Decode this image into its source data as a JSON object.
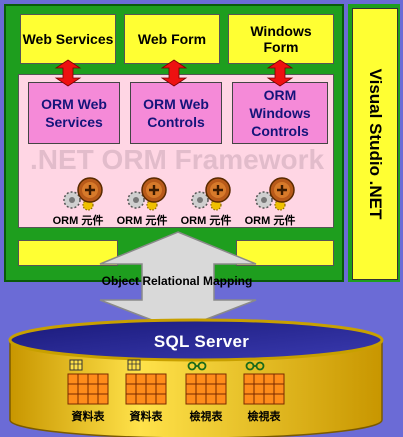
{
  "framework": {
    "top_boxes": [
      "Web Services",
      "Web Form",
      "Windows\nForm"
    ],
    "controls": [
      "ORM Web\nServices",
      "ORM Web\nControls",
      "ORM\nWindows\nControls"
    ],
    "watermark": ".NET ORM Framework",
    "component_label": "ORM 元件"
  },
  "vs_label": "Visual Studio .NET",
  "mapping_label": "Object Relational Mapping",
  "database": {
    "title": "SQL Server",
    "tables": [
      {
        "label": "資料表",
        "icon": "table-icon"
      },
      {
        "label": "資料表",
        "icon": "table-icon"
      },
      {
        "label": "檢視表",
        "icon": "glasses-icon"
      },
      {
        "label": "檢視表",
        "icon": "glasses-icon"
      }
    ]
  },
  "colors": {
    "background": "#6b6bd6",
    "panel_green": "#1e9e1e",
    "box_yellow": "#ffff33",
    "control_pink": "#f58ad8",
    "arrow_red": "#ee1111",
    "cylinder_gold": "#f2c800",
    "table_orange": "#ff8c1a"
  }
}
